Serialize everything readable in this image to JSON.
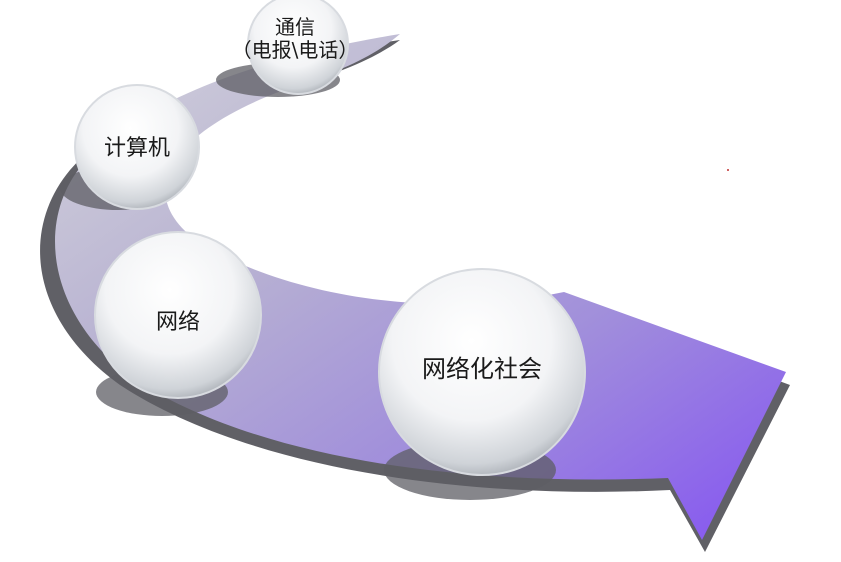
{
  "nodes": [
    {
      "id": "telecom",
      "label_line1": "通信",
      "label_line2": "（电报\\电话）"
    },
    {
      "id": "computer",
      "label": "计算机"
    },
    {
      "id": "network",
      "label": "网络"
    },
    {
      "id": "networked-society",
      "label": "网络化社会"
    }
  ],
  "colors": {
    "arrow_top": "#c9c9d6",
    "arrow_mid": "#a99ad8",
    "arrow_tip": "#8a5cf0",
    "shadow": "#5f5f64",
    "bubble_light": "#ffffff",
    "bubble_dark": "#9aa0a8"
  }
}
